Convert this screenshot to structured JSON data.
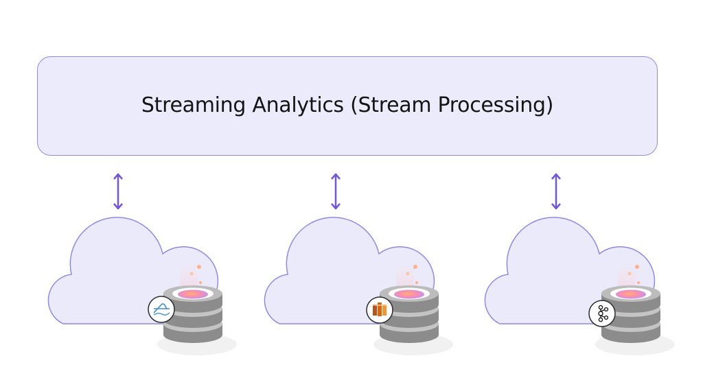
{
  "banner": {
    "title": "Streaming Analytics (Stream Processing)"
  },
  "colors": {
    "accent": "#6f55e0",
    "banner_fill": "#ecebfc",
    "banner_border": "#8f88e6",
    "cloud_fill": "#ebeafb",
    "cloud_border": "#8f88e6",
    "database_grey": "#8c8c8c"
  },
  "connections": [
    {
      "from": "banner",
      "to": "cloud-1",
      "direction": "bidirectional"
    },
    {
      "from": "banner",
      "to": "cloud-2",
      "direction": "bidirectional"
    },
    {
      "from": "banner",
      "to": "cloud-3",
      "direction": "bidirectional"
    }
  ],
  "clouds": [
    {
      "database_icon": "database-icon",
      "badge_icon": "wave-icon"
    },
    {
      "database_icon": "database-icon",
      "badge_icon": "aws-kinesis-icon"
    },
    {
      "database_icon": "database-icon",
      "badge_icon": "kafka-icon"
    }
  ]
}
